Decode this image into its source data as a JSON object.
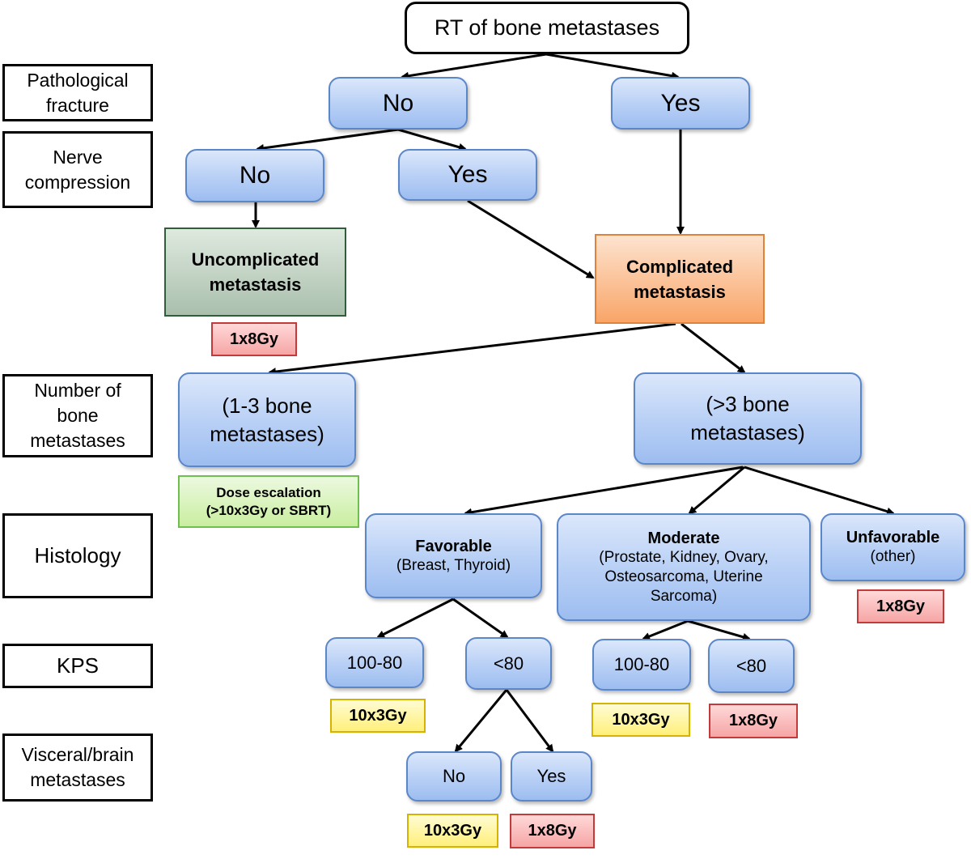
{
  "left_labels": {
    "pathological_fracture": [
      "Pathological",
      "fracture"
    ],
    "nerve_compression": [
      "Nerve",
      "compression"
    ],
    "number_of_metastases": [
      "Number of",
      "bone",
      "metastases"
    ],
    "histology": "Histology",
    "kps": "KPS",
    "visceral_brain": [
      "Visceral/brain",
      "metastases"
    ]
  },
  "nodes": {
    "root": "RT of bone metastases",
    "fracture_no": "No",
    "fracture_yes": "Yes",
    "nerve_no": "No",
    "nerve_yes": "Yes",
    "uncomplicated": [
      "Uncomplicated",
      "metastasis"
    ],
    "complicated": [
      "Complicated",
      "metastasis"
    ],
    "few_mets": [
      "(1-3 bone",
      "metastases)"
    ],
    "many_mets": [
      "(>3 bone",
      "metastases)"
    ],
    "favorable": {
      "title": "Favorable",
      "detail": "(Breast, Thyroid)"
    },
    "moderate": {
      "title": "Moderate",
      "detail": [
        "(Prostate, Kidney, Ovary,",
        "Osteosarcoma, Uterine",
        "Sarcoma)"
      ]
    },
    "unfavorable": {
      "title": "Unfavorable",
      "detail": "(other)"
    },
    "fav_kps_high": "100-80",
    "fav_kps_low": "<80",
    "mod_kps_high": "100-80",
    "mod_kps_low": "<80",
    "visceral_no": "No",
    "visceral_yes": "Yes"
  },
  "doses": {
    "uncomplicated": "1x8Gy",
    "few_mets": [
      "Dose escalation",
      "(>10x3Gy or SBRT)"
    ],
    "unfavorable": "1x8Gy",
    "fav_kps_high": "10x3Gy",
    "mod_kps_high": "10x3Gy",
    "mod_kps_low": "1x8Gy",
    "visceral_no": "10x3Gy",
    "visceral_yes": "1x8Gy"
  },
  "colors": {
    "blue_node": "#b7cff5",
    "uncomplicated": "#a9bfac",
    "complicated": "#f9a568",
    "dose_single": "#f6a5a5",
    "dose_multi": "#fff07a",
    "dose_escalation": "#c9ee9f"
  }
}
